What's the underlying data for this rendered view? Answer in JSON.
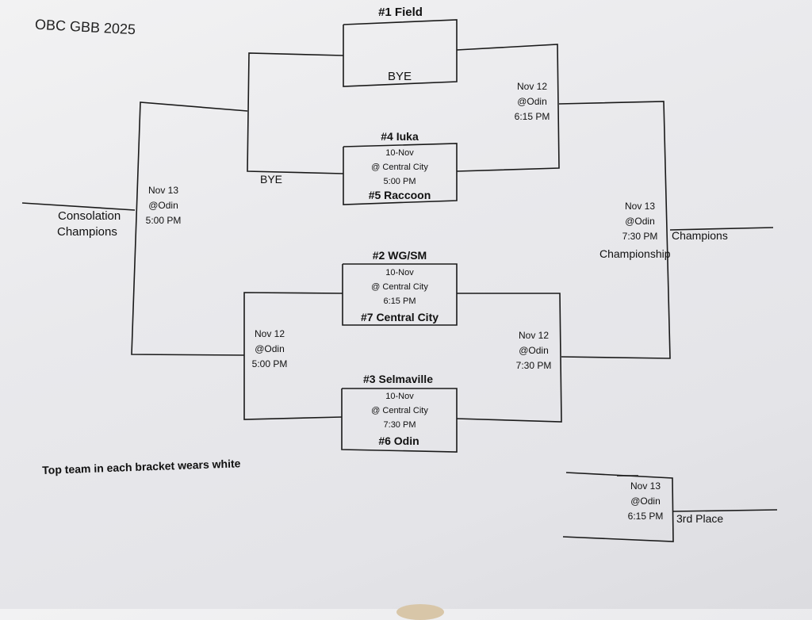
{
  "title": "OBC GBB 2025",
  "note": "Top team in each bracket wears white",
  "round1": {
    "game_a": {
      "top_team": "#1  Field",
      "bottom_team": "BYE"
    },
    "game_b": {
      "top_team": "#4 Iuka",
      "date": "10-Nov",
      "location": "@ Central City",
      "time": "5:00 PM",
      "bottom_team": "#5 Raccoon"
    },
    "game_c": {
      "top_team": "#2 WG/SM",
      "date": "10-Nov",
      "location": "@ Central City",
      "time": "6:15 PM",
      "bottom_team": "#7 Central City"
    },
    "game_d": {
      "top_team": "#3 Selmaville",
      "date": "10-Nov",
      "location": "@ Central City",
      "time": "7:30 PM",
      "bottom_team": "#6 Odin"
    }
  },
  "semis": {
    "top": {
      "date": "Nov 12",
      "location": "@Odin",
      "time": "6:15 PM"
    },
    "bottom": {
      "date": "Nov 12",
      "location": "@Odin",
      "time": "7:30 PM"
    }
  },
  "consolation_left_bye": "BYE",
  "consolation_semi": {
    "date": "Nov 12",
    "location": "@Odin",
    "time": "5:00 PM"
  },
  "consolation_final": {
    "date": "Nov 13",
    "location": "@Odin",
    "time": "5:00 PM",
    "label_line1": "Consolation",
    "label_line2": "Champions"
  },
  "championship": {
    "date": "Nov 13",
    "location": "@Odin",
    "time": "7:30 PM",
    "winner_label": "Champions",
    "label": "Championship"
  },
  "third_place": {
    "date": "Nov 13",
    "location": "@Odin",
    "time": "6:15 PM",
    "label": "3rd Place"
  }
}
